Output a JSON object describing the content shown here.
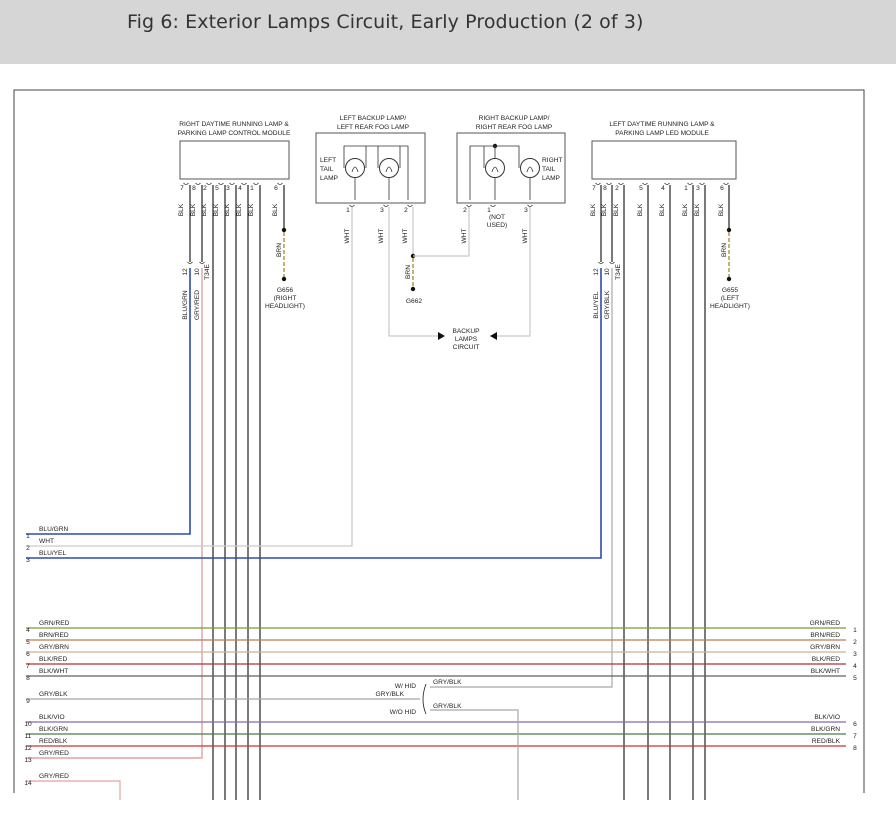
{
  "header": {
    "title": "Fig 6: Exterior Lamps Circuit, Early Production (2 of 3)"
  },
  "components": {
    "right_drl": {
      "label1": "RIGHT DAYTIME RUNNING LAMP &",
      "label2": "PARKING LAMP CONTROL MODULE"
    },
    "left_backup": {
      "label1": "LEFT BACKUP LAMP/",
      "label2": "LEFT REAR FOG LAMP",
      "tail1": "LEFT",
      "tail2": "TAIL",
      "tail3": "LAMP"
    },
    "right_backup": {
      "label1": "RIGHT BACKUP LAMP/",
      "label2": "RIGHT REAR FOG LAMP",
      "tail1": "RIGHT",
      "tail2": "TAIL",
      "tail3": "LAMP"
    },
    "left_drl": {
      "label1": "LEFT DAYTIME RUNNING LAMP &",
      "label2": "PARKING LAMP LED MODULE"
    }
  },
  "pins": {
    "right_drl": [
      "7",
      "8",
      "2",
      "5",
      "3",
      "4",
      "1",
      "6"
    ],
    "right_drl_wires": [
      "BLK",
      "BLK",
      "BLK",
      "BLK",
      "BLK",
      "BLK",
      "BLK",
      "BLK"
    ],
    "left_backup": [
      "1",
      "3",
      "2"
    ],
    "left_backup_wires": [
      "WHT",
      "WHT",
      "WHT"
    ],
    "right_backup": [
      "2",
      "1",
      "3"
    ],
    "right_backup_wires": [
      "WHT",
      "WHT"
    ],
    "not_used": [
      "(NOT",
      "USED)"
    ],
    "left_drl": [
      "7",
      "8",
      "2",
      "5",
      "4",
      "1",
      "3",
      "6"
    ],
    "left_drl_wires": [
      "BLK",
      "BLK",
      "BLK",
      "BLK",
      "BLK",
      "BLK",
      "BLK",
      "BLK"
    ]
  },
  "connectors": {
    "right_c1": "12",
    "right_c2": "10",
    "right_t34": "T34E",
    "left_c1": "12",
    "left_c2": "10",
    "left_t34": "T34E"
  },
  "grounds": {
    "g656": {
      "wire": "BRN",
      "name": "G656",
      "desc1": "(RIGHT",
      "desc2": "HEADLIGHT)"
    },
    "g662": {
      "wire": "BRN",
      "name": "G662"
    },
    "g655": {
      "wire": "BRN",
      "name": "G655",
      "desc1": "(LEFT",
      "desc2": "HEADLIGHT)"
    }
  },
  "vertical_labels": {
    "right_blu_grn": "BLU/GRN",
    "right_gry_red": "GRY/RED",
    "left_blu_yel": "BLU/YEL",
    "left_gry_blk": "GRY/BLK"
  },
  "backup_circuit": {
    "line1": "BACKUP",
    "line2": "LAMPS",
    "line3": "CIRCUIT"
  },
  "left_side_wires": [
    {
      "num": "1",
      "label": "BLU/GRN"
    },
    {
      "num": "2",
      "label": "WHT"
    },
    {
      "num": "3",
      "label": "BLU/YEL"
    },
    {
      "num": "4",
      "label": "GRN/RED"
    },
    {
      "num": "5",
      "label": "BRN/RED"
    },
    {
      "num": "6",
      "label": "GRY/BRN"
    },
    {
      "num": "7",
      "label": "BLK/RED"
    },
    {
      "num": "8",
      "label": "BLK/WHT"
    },
    {
      "num": "9",
      "label": "GRY/BLK"
    },
    {
      "num": "10",
      "label": "BLK/VIO"
    },
    {
      "num": "11",
      "label": "BLK/GRN"
    },
    {
      "num": "12",
      "label": "RED/BLK"
    },
    {
      "num": "13",
      "label": "GRY/RED"
    },
    {
      "num": "14",
      "label": "GRY/RED"
    }
  ],
  "right_side_wires": [
    {
      "num": "1",
      "label": "GRN/RED"
    },
    {
      "num": "2",
      "label": "BRN/RED"
    },
    {
      "num": "3",
      "label": "GRY/BRN"
    },
    {
      "num": "4",
      "label": "BLK/RED"
    },
    {
      "num": "5",
      "label": "BLK/WHT"
    },
    {
      "num": "6",
      "label": "BLK/VIO"
    },
    {
      "num": "7",
      "label": "BLK/GRN"
    },
    {
      "num": "8",
      "label": "RED/BLK"
    }
  ],
  "hid": {
    "with": "W/ HID",
    "without": "W/O HID",
    "center": "GRY/BLK",
    "upper": "GRY/BLK",
    "lower": "GRY/BLK"
  },
  "colors": {
    "blu_grn": "#2b4bb3",
    "wht": "#c9c9c9",
    "blu_yel": "#2b4bb3",
    "grn_red": "#7a9a3a",
    "brn_red": "#c07858",
    "gry_brn": "#c8b496",
    "blk_red": "#b03030",
    "blk_wht": "#606060",
    "gry_blk": "#a8a8a8",
    "blk_vio": "#8a6aa8",
    "blk_grn": "#4a7a4a",
    "red_blk": "#d03030",
    "gry_red": "#e2a2a2",
    "brn_ground": "#a08020",
    "blk": "#222222"
  }
}
